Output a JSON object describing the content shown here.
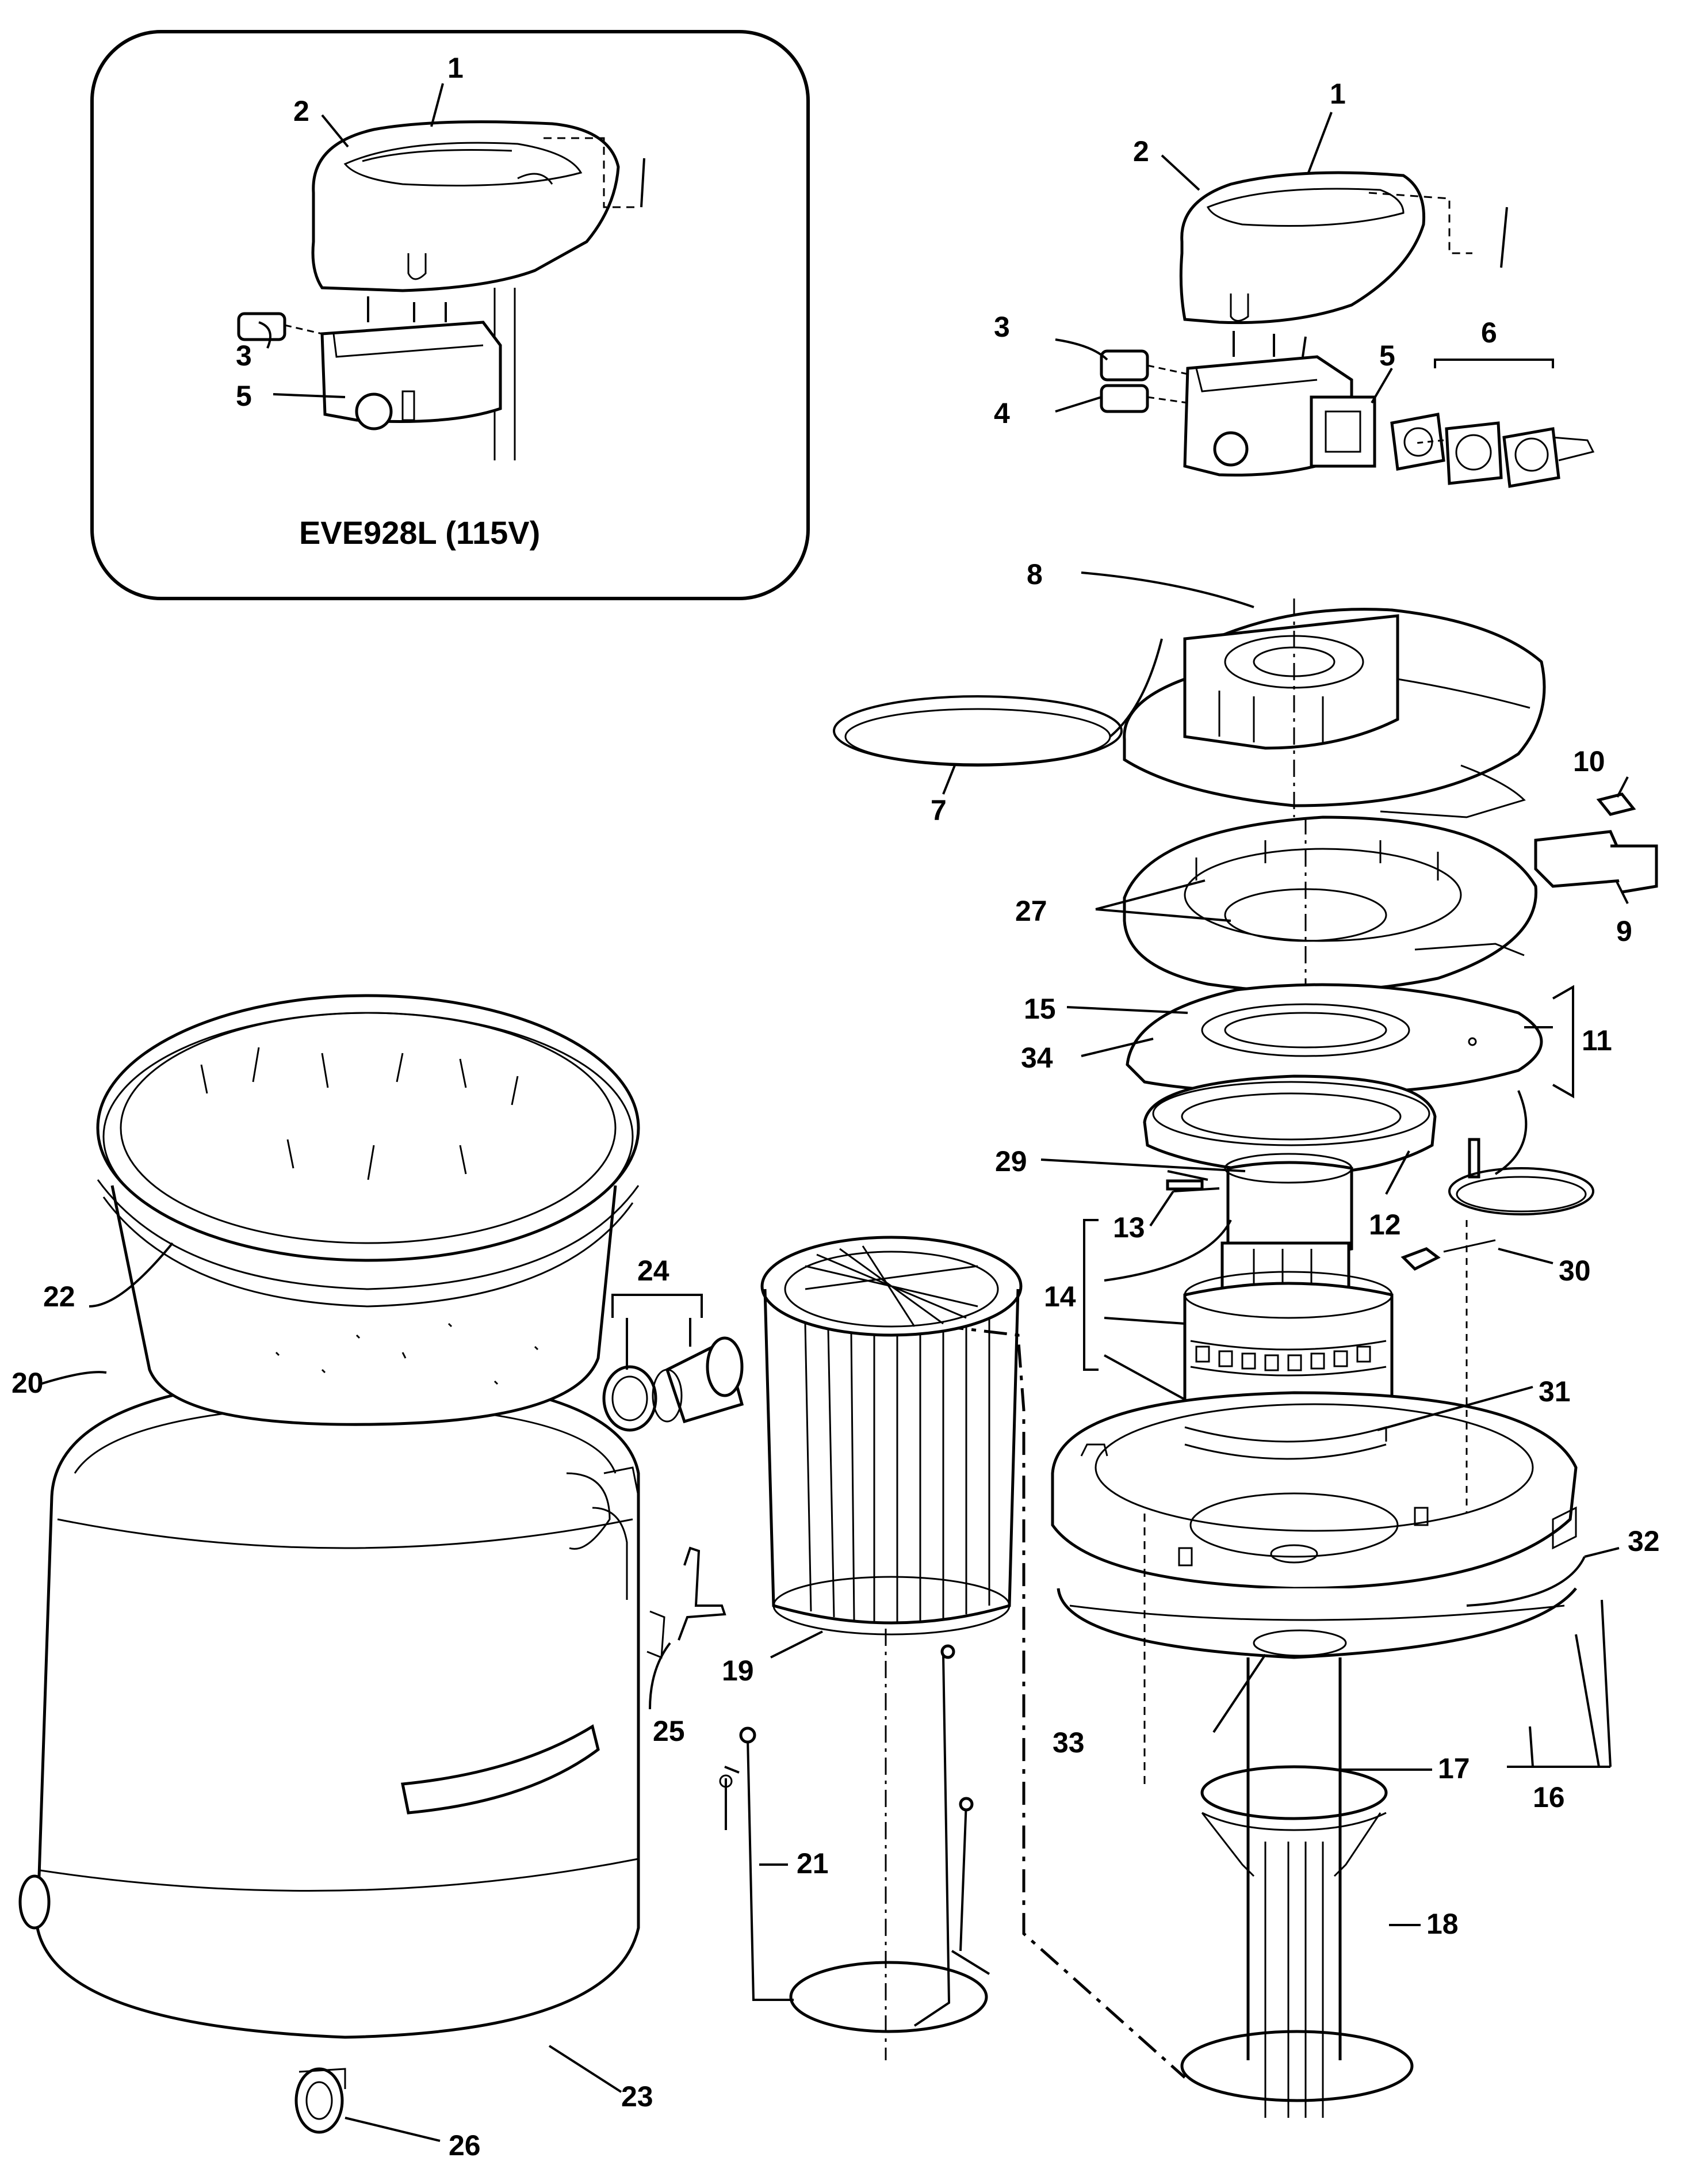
{
  "inset": {
    "title": "EVE928L (115V)"
  },
  "labels": {
    "l1a": "1",
    "l2a": "2",
    "l3a": "3",
    "l5a": "5",
    "l1": "1",
    "l2": "2",
    "l3": "3",
    "l4": "4",
    "l5": "5",
    "l6": "6",
    "l7": "7",
    "l8": "8",
    "l9": "9",
    "l10": "10",
    "l11": "11",
    "l12": "12",
    "l13": "13",
    "l14": "14",
    "l15": "15",
    "l16": "16",
    "l17": "17",
    "l18": "18",
    "l19": "19",
    "l20": "20",
    "l21": "21",
    "l22": "22",
    "l23": "23",
    "l24": "24",
    "l25": "25",
    "l26": "26",
    "l27": "27",
    "l29": "29",
    "l30": "30",
    "l31": "31",
    "l32": "32",
    "l33": "33",
    "l34": "34"
  }
}
